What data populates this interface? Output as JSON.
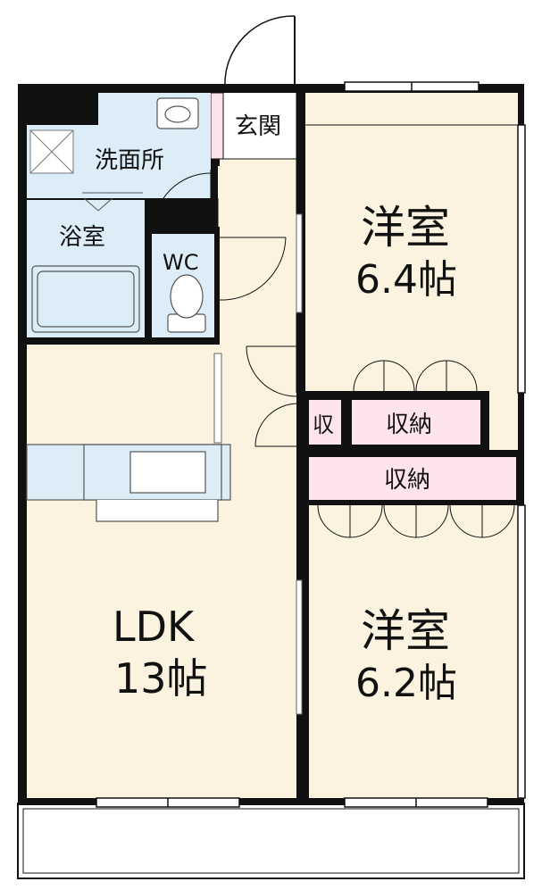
{
  "rooms": {
    "entrance": "玄関",
    "washroom": "洗面所",
    "bath": "浴室",
    "wc": "WC",
    "western1": {
      "name": "洋室",
      "size": "6.4帖"
    },
    "western2": {
      "name": "洋室",
      "size": "6.2帖"
    },
    "ldk": {
      "name": "LDK",
      "size": "13帖"
    },
    "storage_small": "収",
    "storage1": "収納",
    "storage2": "収納"
  },
  "colors": {
    "room_fill": "#fbf3df",
    "wet_fill": "#dcedf8",
    "storage_fill": "#fde4ec",
    "wall": "#111111"
  }
}
